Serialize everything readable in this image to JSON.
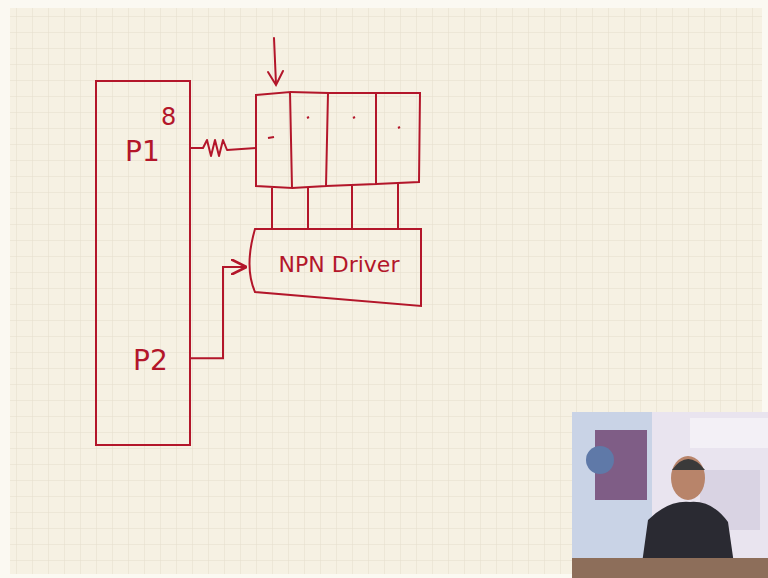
{
  "diagram": {
    "nodes": [
      {
        "text": [
          "P1",
          "P2"
        ]
      },
      {
        "text": [
          "NPN Driver"
        ]
      }
    ],
    "edges": [
      {
        "from": 0,
        "to": 1,
        "arrow": "to"
      }
    ],
    "labels": [
      "8"
    ]
  }
}
